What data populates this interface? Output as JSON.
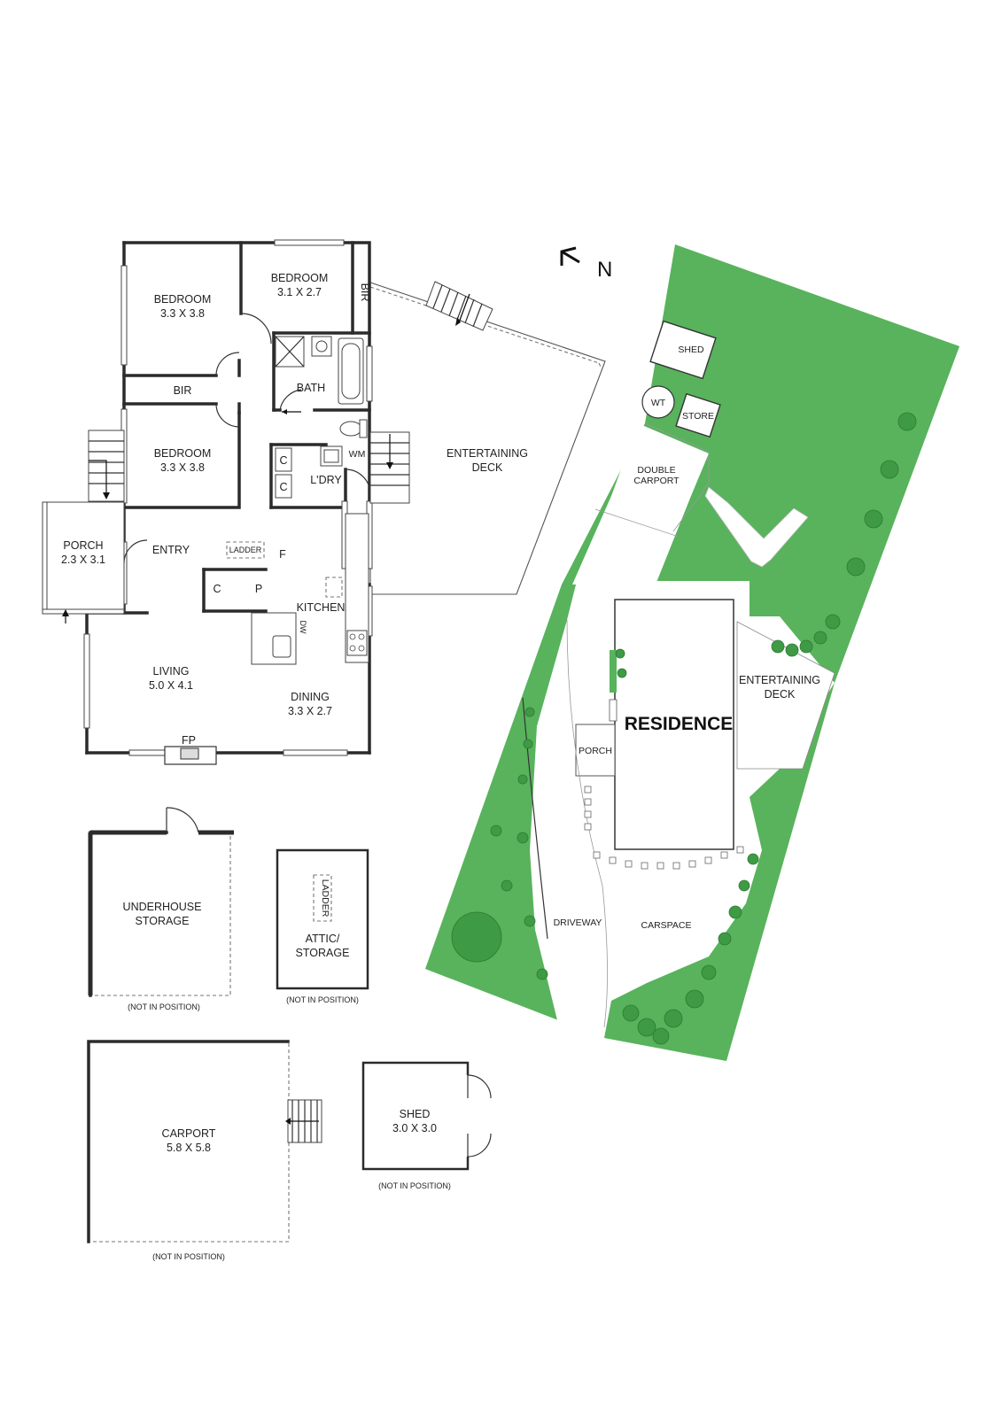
{
  "compass": {
    "label": "N"
  },
  "floor_plan": {
    "rooms": [
      {
        "id": "bedroom1",
        "name": "BEDROOM",
        "size": "3.3 X 3.8"
      },
      {
        "id": "bedroom2",
        "name": "BEDROOM",
        "size": "3.1 X 2.7"
      },
      {
        "id": "bedroom3",
        "name": "BEDROOM",
        "size": "3.3 X 3.8"
      },
      {
        "id": "porch",
        "name": "PORCH",
        "size": "2.3 X 3.1"
      },
      {
        "id": "living",
        "name": "LIVING",
        "size": "5.0 X 4.1"
      },
      {
        "id": "dining",
        "name": "DINING",
        "size": "3.3 X 2.7"
      }
    ],
    "labels": {
      "bir_top": "BIR",
      "bir_mid": "BIR",
      "bath": "BATH",
      "wm": "WM",
      "laundry": "L'DRY",
      "c1": "C",
      "c2": "C",
      "c3": "C",
      "p": "P",
      "f": "F",
      "ladder": "LADDER",
      "entry": "ENTRY",
      "kitchen": "KITCHEN",
      "dw": "DW",
      "fp": "FP",
      "deck_line1": "ENTERTAINING",
      "deck_line2": "DECK"
    }
  },
  "outbuildings": {
    "underhouse": {
      "line1": "UNDERHOUSE",
      "line2": "STORAGE",
      "note": "(NOT IN POSITION)"
    },
    "attic": {
      "line1": "ATTIC/",
      "line2": "STORAGE",
      "ladder": "LADDER",
      "note": "(NOT IN POSITION)"
    },
    "carport": {
      "name": "CARPORT",
      "size": "5.8 X 5.8",
      "note": "(NOT IN POSITION)"
    },
    "shed": {
      "name": "SHED",
      "size": "3.0 X 3.0",
      "note": "(NOT IN POSITION)"
    }
  },
  "site_plan": {
    "shed": "SHED",
    "wt": "WT",
    "store": "STORE",
    "double_carport_line1": "DOUBLE",
    "double_carport_line2": "CARPORT",
    "residence": "RESIDENCE",
    "porch": "PORCH",
    "deck_line1": "ENTERTAINING",
    "deck_line2": "DECK",
    "driveway": "DRIVEWAY",
    "carspace": "CARSPACE"
  },
  "colors": {
    "grass": "#58b35c",
    "tree": "#3e9a44",
    "wall": "#2b2b2b"
  }
}
